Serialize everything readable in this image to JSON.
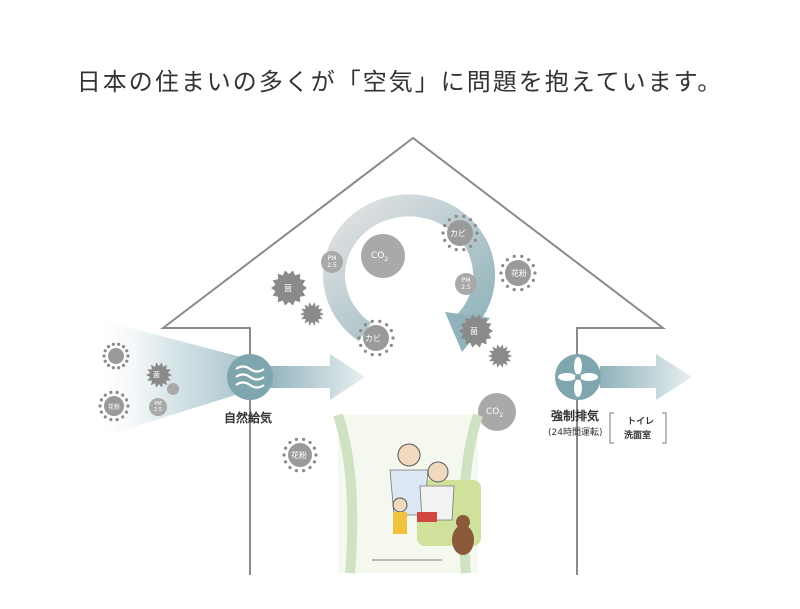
{
  "headline": "日本の住まいの多くが「空気」に問題を抱えています。",
  "intake": {
    "label": "自然給気"
  },
  "exhaust": {
    "label": "強制排気",
    "note": "(24時間運転)",
    "rooms": [
      "トイレ",
      "洗面室"
    ]
  },
  "particles": {
    "co2": "CO",
    "co2_sub": "2",
    "pm": "PM",
    "pm_sub": "2.5",
    "mold": "カビ",
    "pollen": "花粉",
    "germ": "菌"
  },
  "colors": {
    "outline": "#8a8a8a",
    "accent": "#8fb2bb",
    "gas_circle": "#a9a9a9",
    "spiky": "#8a8a8a"
  }
}
